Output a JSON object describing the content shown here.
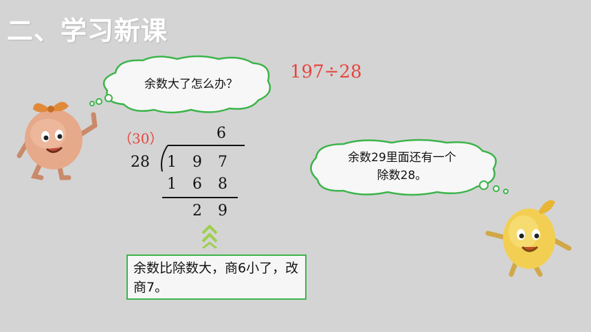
{
  "header": {
    "title": "二、学习新课"
  },
  "problem": {
    "expression": "197÷28"
  },
  "bubble_left": {
    "text": "余数大了怎么办？"
  },
  "bubble_right": {
    "line1": "余数29里面还有一个",
    "line2": "除数28。"
  },
  "division": {
    "estimate": "（30）",
    "quotient": "6",
    "divisor": "28",
    "dividend": [
      "1",
      "9",
      "7"
    ],
    "product": [
      "1",
      "6",
      "8"
    ],
    "remainder": [
      "2",
      "9"
    ]
  },
  "note": {
    "text": "余数比除数大，商6小了，改商7。"
  },
  "colors": {
    "background": "#d4d4d4",
    "accent_red": "#e5463e",
    "bubble_green": "#3cb44a",
    "title_white": "#ffffff"
  },
  "icons": [
    "peach-mascot-icon",
    "potato-mascot-icon",
    "double-chevron-up-icon"
  ]
}
